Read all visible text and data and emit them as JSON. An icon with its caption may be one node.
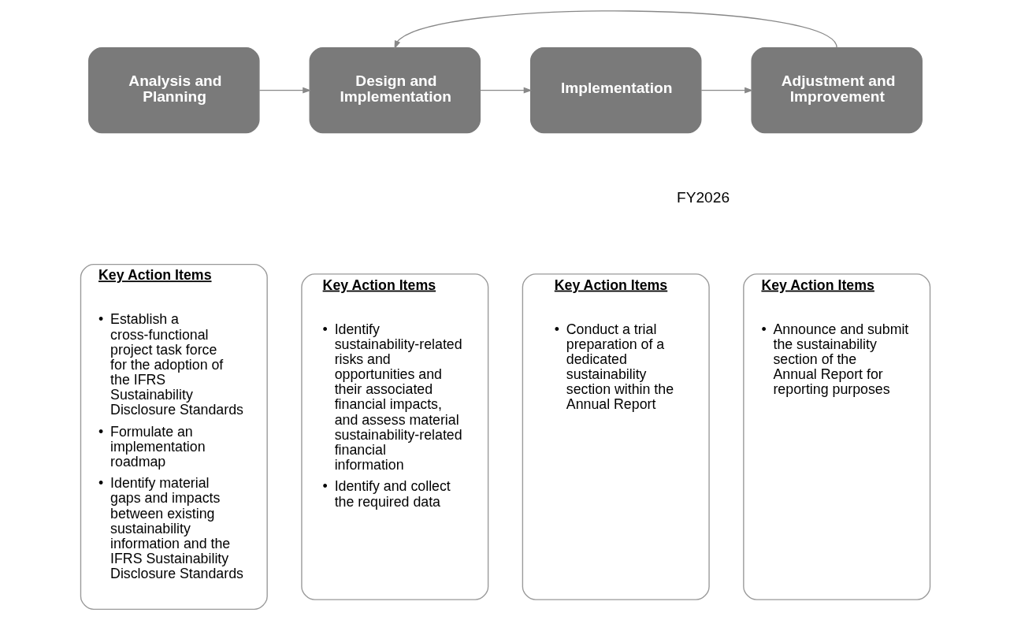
{
  "diagram": {
    "nodes": [
      {
        "text": [
          "Analysis and Planning"
        ]
      },
      {
        "text": [
          "Design and Implementation"
        ]
      },
      {
        "text": [
          "Implementation"
        ]
      },
      {
        "text": [
          "Adjustment and Improvement"
        ]
      },
      {
        "text": [
          "Key Action Items",
          "• Establish a cross-functional project task force for the adoption of the IFRS Sustainability Disclosure Standards",
          "• Formulate an implementation roadmap",
          "• Identify material gaps and impacts between existing sustainability information and the IFRS Sustainability Disclosure Standards"
        ]
      },
      {
        "text": [
          "Key Action Items",
          "• Identify sustainability-related risks and opportunities and their associated financial impacts, and assess material sustainability-related financial information",
          "• Identify and collect the required data"
        ]
      },
      {
        "text": [
          "Key Action Items",
          "• Conduct a trial preparation of a dedicated sustainability section within the Annual Report"
        ]
      },
      {
        "text": [
          "Key Action Items",
          "• Announce and submit the sustainability section of the Annual Report for reporting purposes"
        ]
      }
    ],
    "edges": [
      {
        "from": 0,
        "to": 1,
        "arrow": "to"
      },
      {
        "from": 1,
        "to": 2,
        "arrow": "to"
      },
      {
        "from": 2,
        "to": 3,
        "arrow": "to"
      },
      {
        "from": 3,
        "to": 1,
        "arrow": "to"
      }
    ],
    "labels": [
      "FY2026"
    ]
  }
}
